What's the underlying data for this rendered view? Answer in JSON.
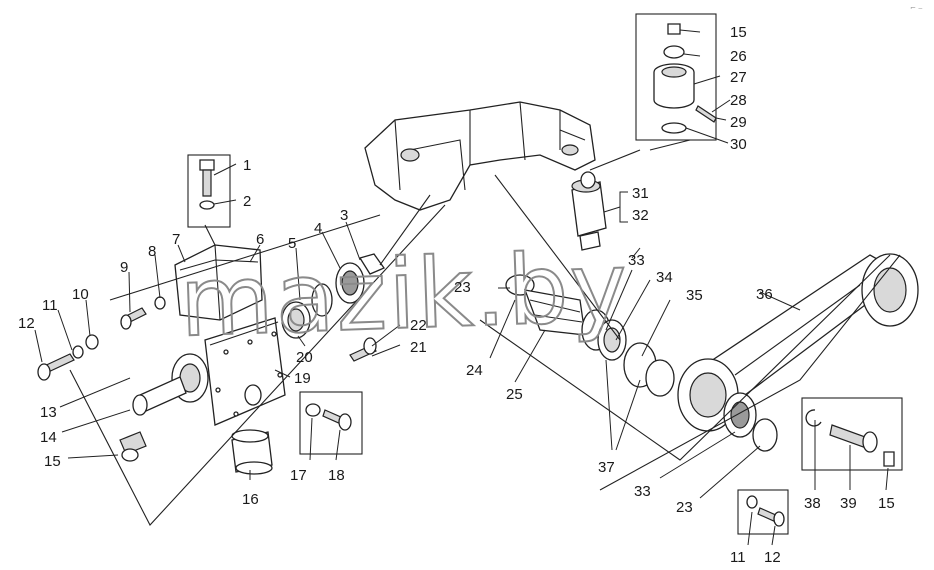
{
  "watermark": "mazik.by",
  "corner_mark": "⌐ ‒",
  "labels": {
    "l1": "1",
    "l2": "2",
    "l3": "3",
    "l4": "4",
    "l5": "5",
    "l6": "6",
    "l7": "7",
    "l8": "8",
    "l9": "9",
    "l10": "10",
    "l11": "11",
    "l12": "12",
    "l13": "13",
    "l14": "14",
    "l15": "15",
    "l16": "16",
    "l17": "17",
    "l18": "18",
    "l19": "19",
    "l20": "20",
    "l21": "21",
    "l22": "22",
    "l23": "23",
    "l24": "24",
    "l25": "25",
    "l26": "26",
    "l27": "27",
    "l28": "28",
    "l29": "29",
    "l30": "30",
    "l31": "31",
    "l32": "32",
    "l33": "33",
    "l34": "34",
    "l35": "35",
    "l36": "36",
    "l37": "37",
    "l38": "38",
    "l39": "39",
    "l15b": "15",
    "l23b": "23",
    "l33b": "33",
    "l11b": "11",
    "l12b": "12",
    "l15c": "15"
  }
}
